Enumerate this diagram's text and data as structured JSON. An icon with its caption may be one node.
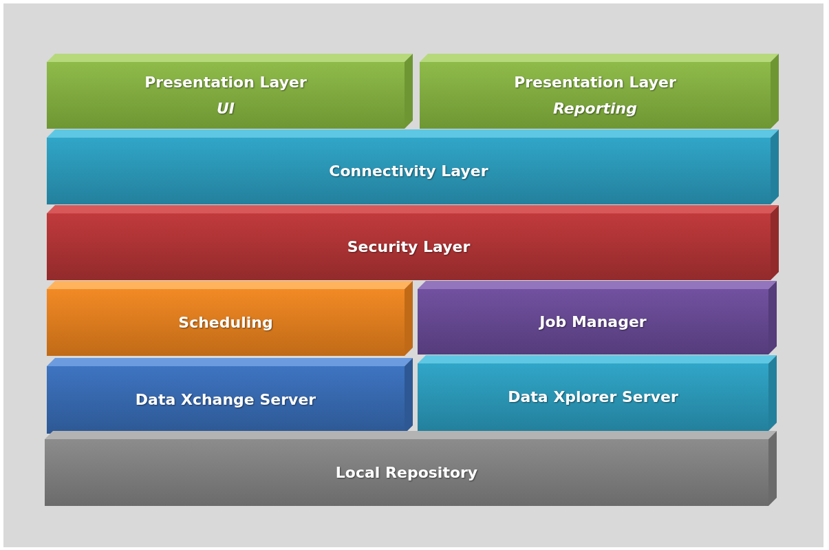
{
  "diagram": {
    "nodes": [
      {
        "text": [
          "Presentation Layer",
          "UI"
        ]
      },
      {
        "text": [
          "Presentation Layer",
          "Reporting"
        ]
      },
      {
        "text": [
          "Connectivity Layer"
        ]
      },
      {
        "text": [
          "Security Layer"
        ]
      },
      {
        "text": [
          "Scheduling"
        ]
      },
      {
        "text": [
          "Job Manager"
        ]
      },
      {
        "text": [
          "Data Xchange Server"
        ]
      },
      {
        "text": [
          "Data Xplorer Server"
        ]
      },
      {
        "text": [
          "Local Repository"
        ]
      }
    ],
    "edges": []
  }
}
